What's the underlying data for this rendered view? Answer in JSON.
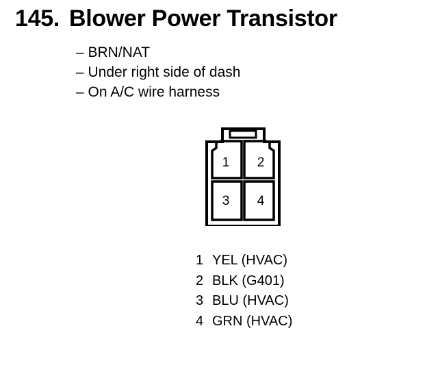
{
  "component": {
    "number": "145.",
    "name": "Blower Power Transistor"
  },
  "notes": [
    "– BRN/NAT",
    "– Under right side of dash",
    "– On A/C wire harness"
  ],
  "connector": {
    "pins": [
      "1",
      "2",
      "3",
      "4"
    ]
  },
  "pin_list": [
    {
      "pin": "1",
      "desc": "YEL (HVAC)"
    },
    {
      "pin": "2",
      "desc": "BLK (G401)"
    },
    {
      "pin": "3",
      "desc": "BLU (HVAC)"
    },
    {
      "pin": "4",
      "desc": "GRN (HVAC)"
    }
  ],
  "colors": {
    "ink": "#000000",
    "background": "#ffffff"
  }
}
